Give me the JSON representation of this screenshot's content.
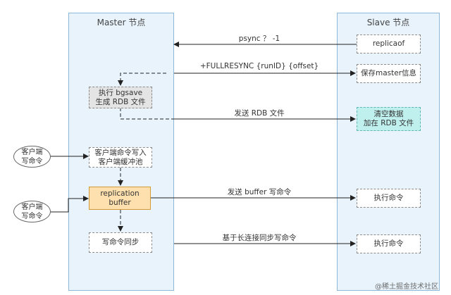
{
  "master": {
    "title": "Master 节点"
  },
  "slave": {
    "title": "Slave 节点"
  },
  "master_boxes": {
    "bgsave": [
      "执行 bgsave",
      "生成 RDB 文件"
    ],
    "client_write": [
      "客户端命令写入",
      "客户端缓冲池"
    ],
    "replication_buffer": [
      "replication",
      "buffer"
    ],
    "write_sync": "写命令同步"
  },
  "slave_boxes": {
    "replicaof": "replicaof",
    "save_master_info": "保存master信息",
    "clear_load": [
      "清空数据",
      "加在 RDB 文件"
    ],
    "exec_cmd_1": "执行命令",
    "exec_cmd_2": "执行命令"
  },
  "clients": {
    "client_1": [
      "客户端",
      "写命令"
    ],
    "client_2": [
      "客户端",
      "写命令"
    ]
  },
  "arrows": {
    "psync": "psync ？ -1",
    "fullresync": "+FULLRESYNC {runID} {offset}",
    "send_rdb": "发送 RDB 文件",
    "send_buffer": "发送 buffer 写命令",
    "long_conn": "基于长连接同步写命令"
  },
  "watermark": "@稀土掘金技术社区"
}
